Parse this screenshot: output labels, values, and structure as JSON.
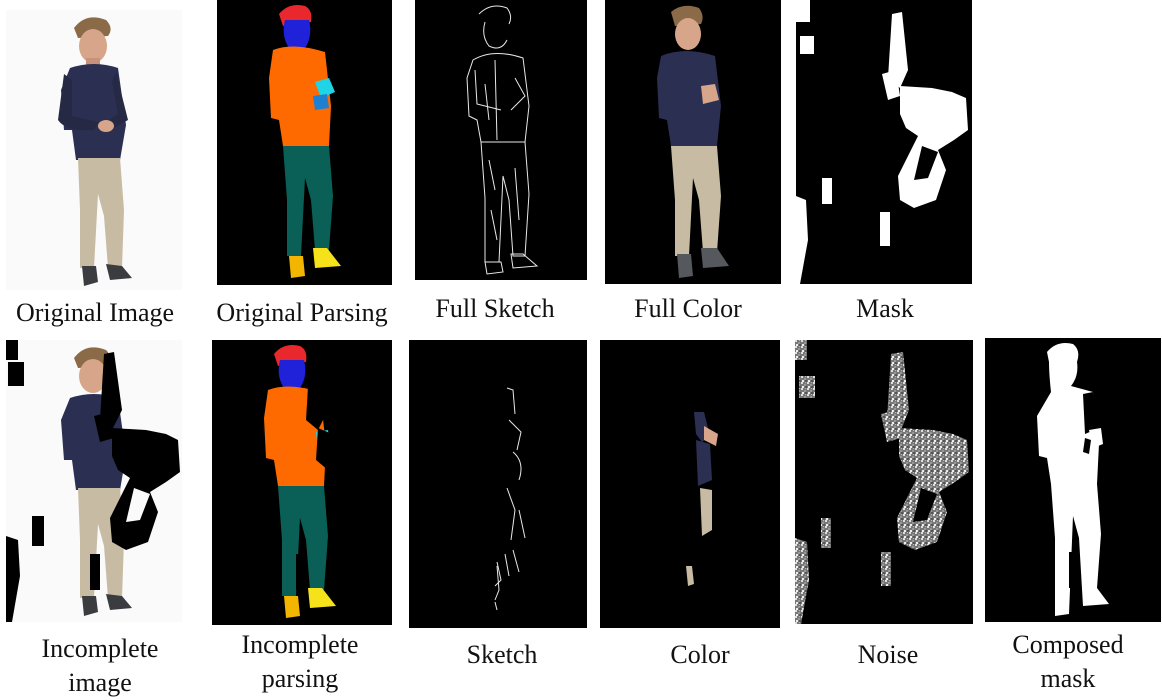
{
  "captions": {
    "row1": [
      "Original Image",
      "Original Parsing",
      "Full Sketch",
      "Full Color",
      "Mask"
    ],
    "row2": [
      [
        "Incomplete",
        "image"
      ],
      [
        "Incomplete",
        "parsing"
      ],
      [
        "Sketch",
        ""
      ],
      [
        "Color",
        ""
      ],
      [
        "Noise",
        ""
      ],
      [
        "Composed",
        "mask"
      ]
    ]
  },
  "palette": {
    "hair": "#e8282c",
    "face": "#1f22d8",
    "shirt": "#ff6a00",
    "pants": "#0a5f57",
    "shoes": "#f6e21b",
    "shoes_dark": "#f2b600",
    "hands": "#20d4e8",
    "hand_dark": "#1f7fd0",
    "navy_shirt": "#2b2f52",
    "khaki": "#c7bba3",
    "skin": "#d7a58a",
    "brown_hair": "#8a6a47",
    "shoe_grey": "#55585c",
    "background": "#000000"
  }
}
